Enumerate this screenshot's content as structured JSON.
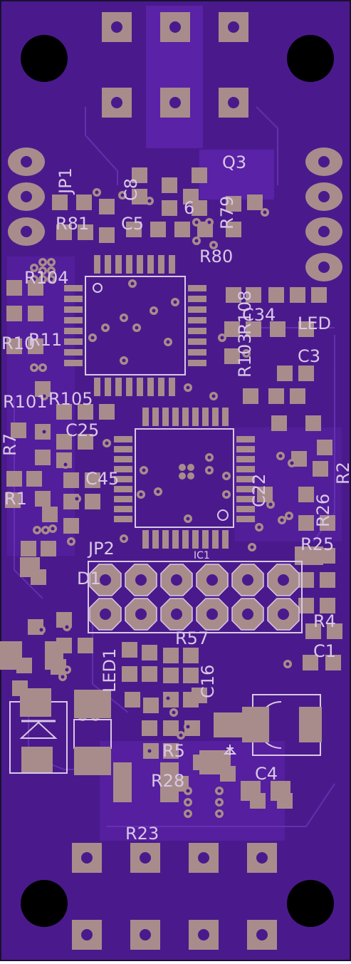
{
  "board": {
    "colors": {
      "substrate": "#4a1a8c",
      "copper": "#5a22a6",
      "copper_dark": "#3d1478",
      "pad": "#a88c8c",
      "silk": "#d9c8e6",
      "hole": "#000000",
      "edge": "#1a1030"
    },
    "labels": {
      "jp1": "JP1",
      "q3": "Q3",
      "c8": "C8",
      "c6": "6",
      "r79": "R79",
      "r81": "R81",
      "c5": "C5",
      "r80": "R80",
      "r104": "R104",
      "r108": "R108",
      "c34": "C34",
      "r103": "R103",
      "led": "LED",
      "c3": "C3",
      "r11": "R11",
      "r10": "R10",
      "r105": "R105",
      "r101": "R101",
      "c25": "C25",
      "c22": "C22",
      "r26": "R26",
      "r2": "R2",
      "ic1": "IC1",
      "jp2": "JP2",
      "d1": "D1",
      "r57": "R57",
      "r25": "R25",
      "r4": "R4",
      "c1": "C1",
      "c16": "C16",
      "r5": "R5",
      "r28": "R28",
      "c4": "C4",
      "r23": "R23",
      "led1": "LED1",
      "c45": "C45",
      "r7": "R7",
      "r1": "R1"
    }
  }
}
